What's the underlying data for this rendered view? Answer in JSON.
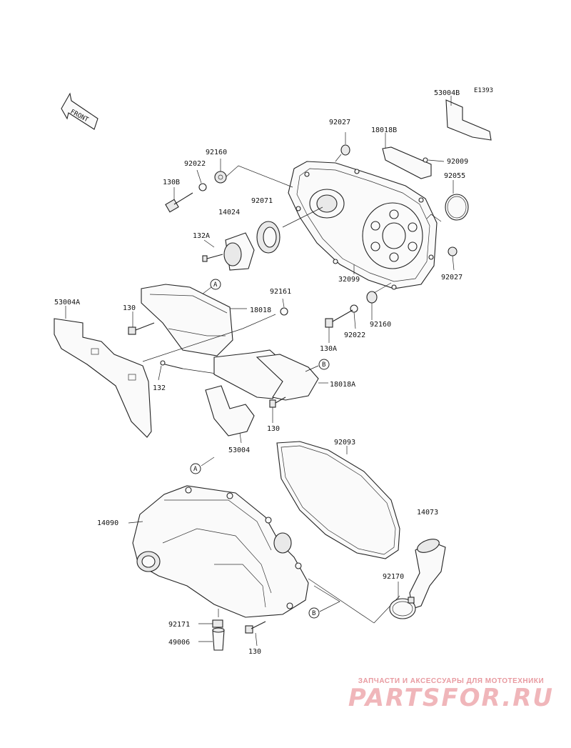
{
  "diagram_code": "E1393",
  "front_arrow": "FRONT",
  "labels": {
    "p53004B": "53004B",
    "p18018B": "18018B",
    "p92027_top": "92027",
    "p92009": "92009",
    "p92055": "92055",
    "p92160_top": "92160",
    "p92022_top": "92022",
    "p130B": "130B",
    "p92071": "92071",
    "p14024": "14024",
    "p132A": "132A",
    "p32099": "32099",
    "p92027_bot": "92027",
    "p92161": "92161",
    "p18018": "18018",
    "p53004A": "53004A",
    "p130_left": "130",
    "p132": "132",
    "p92160_mid": "92160",
    "p92022_mid": "92022",
    "p130A": "130A",
    "p18018A": "18018A",
    "p130_mid": "130",
    "p53004": "53004",
    "p92093": "92093",
    "p14073": "14073",
    "p14090": "14090",
    "p92170": "92170",
    "p92171": "92171",
    "p49006": "49006",
    "p130_bot": "130"
  },
  "ref_markers": {
    "a_top": "A",
    "b_top": "B",
    "a_bottom": "A",
    "b_bottom": "B"
  },
  "watermark": {
    "tagline": "ЗАПЧАСТИ И АКСЕССУАРЫ ДЛЯ МОТОТЕХНИКИ",
    "logo": "PARTSFOR.RU",
    "color": "#f0b6ba"
  }
}
